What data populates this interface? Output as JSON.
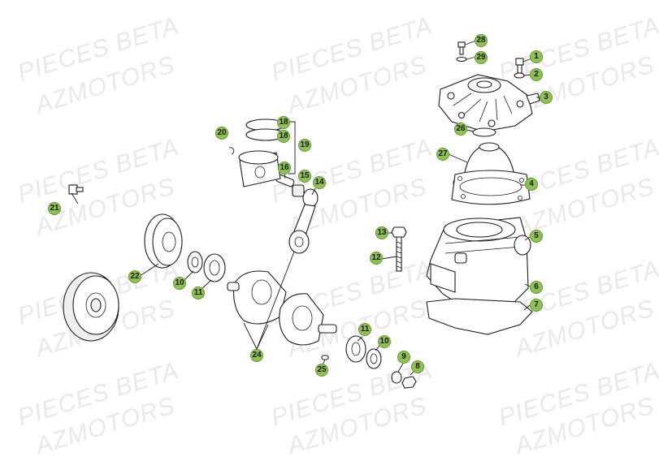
{
  "watermark": {
    "line1": "PIECES BETA",
    "line2": "AZMOTORS",
    "color": "#e9e9e9"
  },
  "callout_color": "#8fbf57",
  "callouts": {
    "c1": "1",
    "c2": "2",
    "c3": "3",
    "c4": "4",
    "c5": "5",
    "c6": "6",
    "c7": "7",
    "c8": "8",
    "c9": "9",
    "c10a": "10",
    "c10b": "10",
    "c11a": "11",
    "c11b": "11",
    "c12": "12",
    "c13": "13",
    "c14": "14",
    "c15": "15",
    "c16": "16",
    "c18a": "18",
    "c18b": "18",
    "c19": "19",
    "c20": "20",
    "c21": "21",
    "c22": "22",
    "c24": "24",
    "c25": "25",
    "c26": "26",
    "c27": "27",
    "c28": "28",
    "c29": "29"
  }
}
